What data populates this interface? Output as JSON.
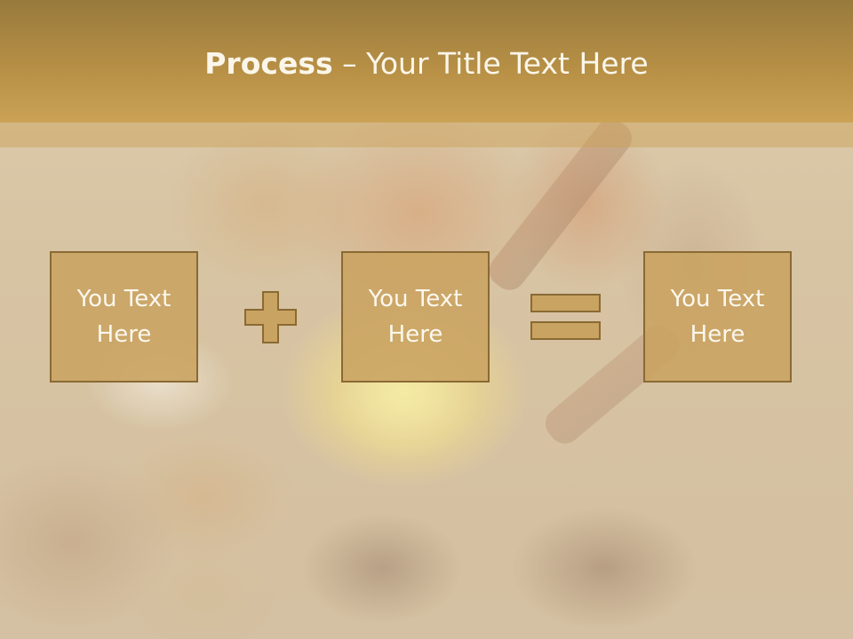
{
  "title": {
    "bold": "Process",
    "rest": " – Your Title Text Here"
  },
  "boxes": [
    {
      "text": "You Text\nHere"
    },
    {
      "text": "You Text\nHere"
    },
    {
      "text": "You Text\nHere"
    }
  ],
  "operators": [
    "plus-icon",
    "equals-icon"
  ],
  "colors": {
    "header": "#b68f45",
    "box_fill": "#c9a361",
    "box_border": "#8a6a34",
    "text": "#fbf7ee"
  }
}
